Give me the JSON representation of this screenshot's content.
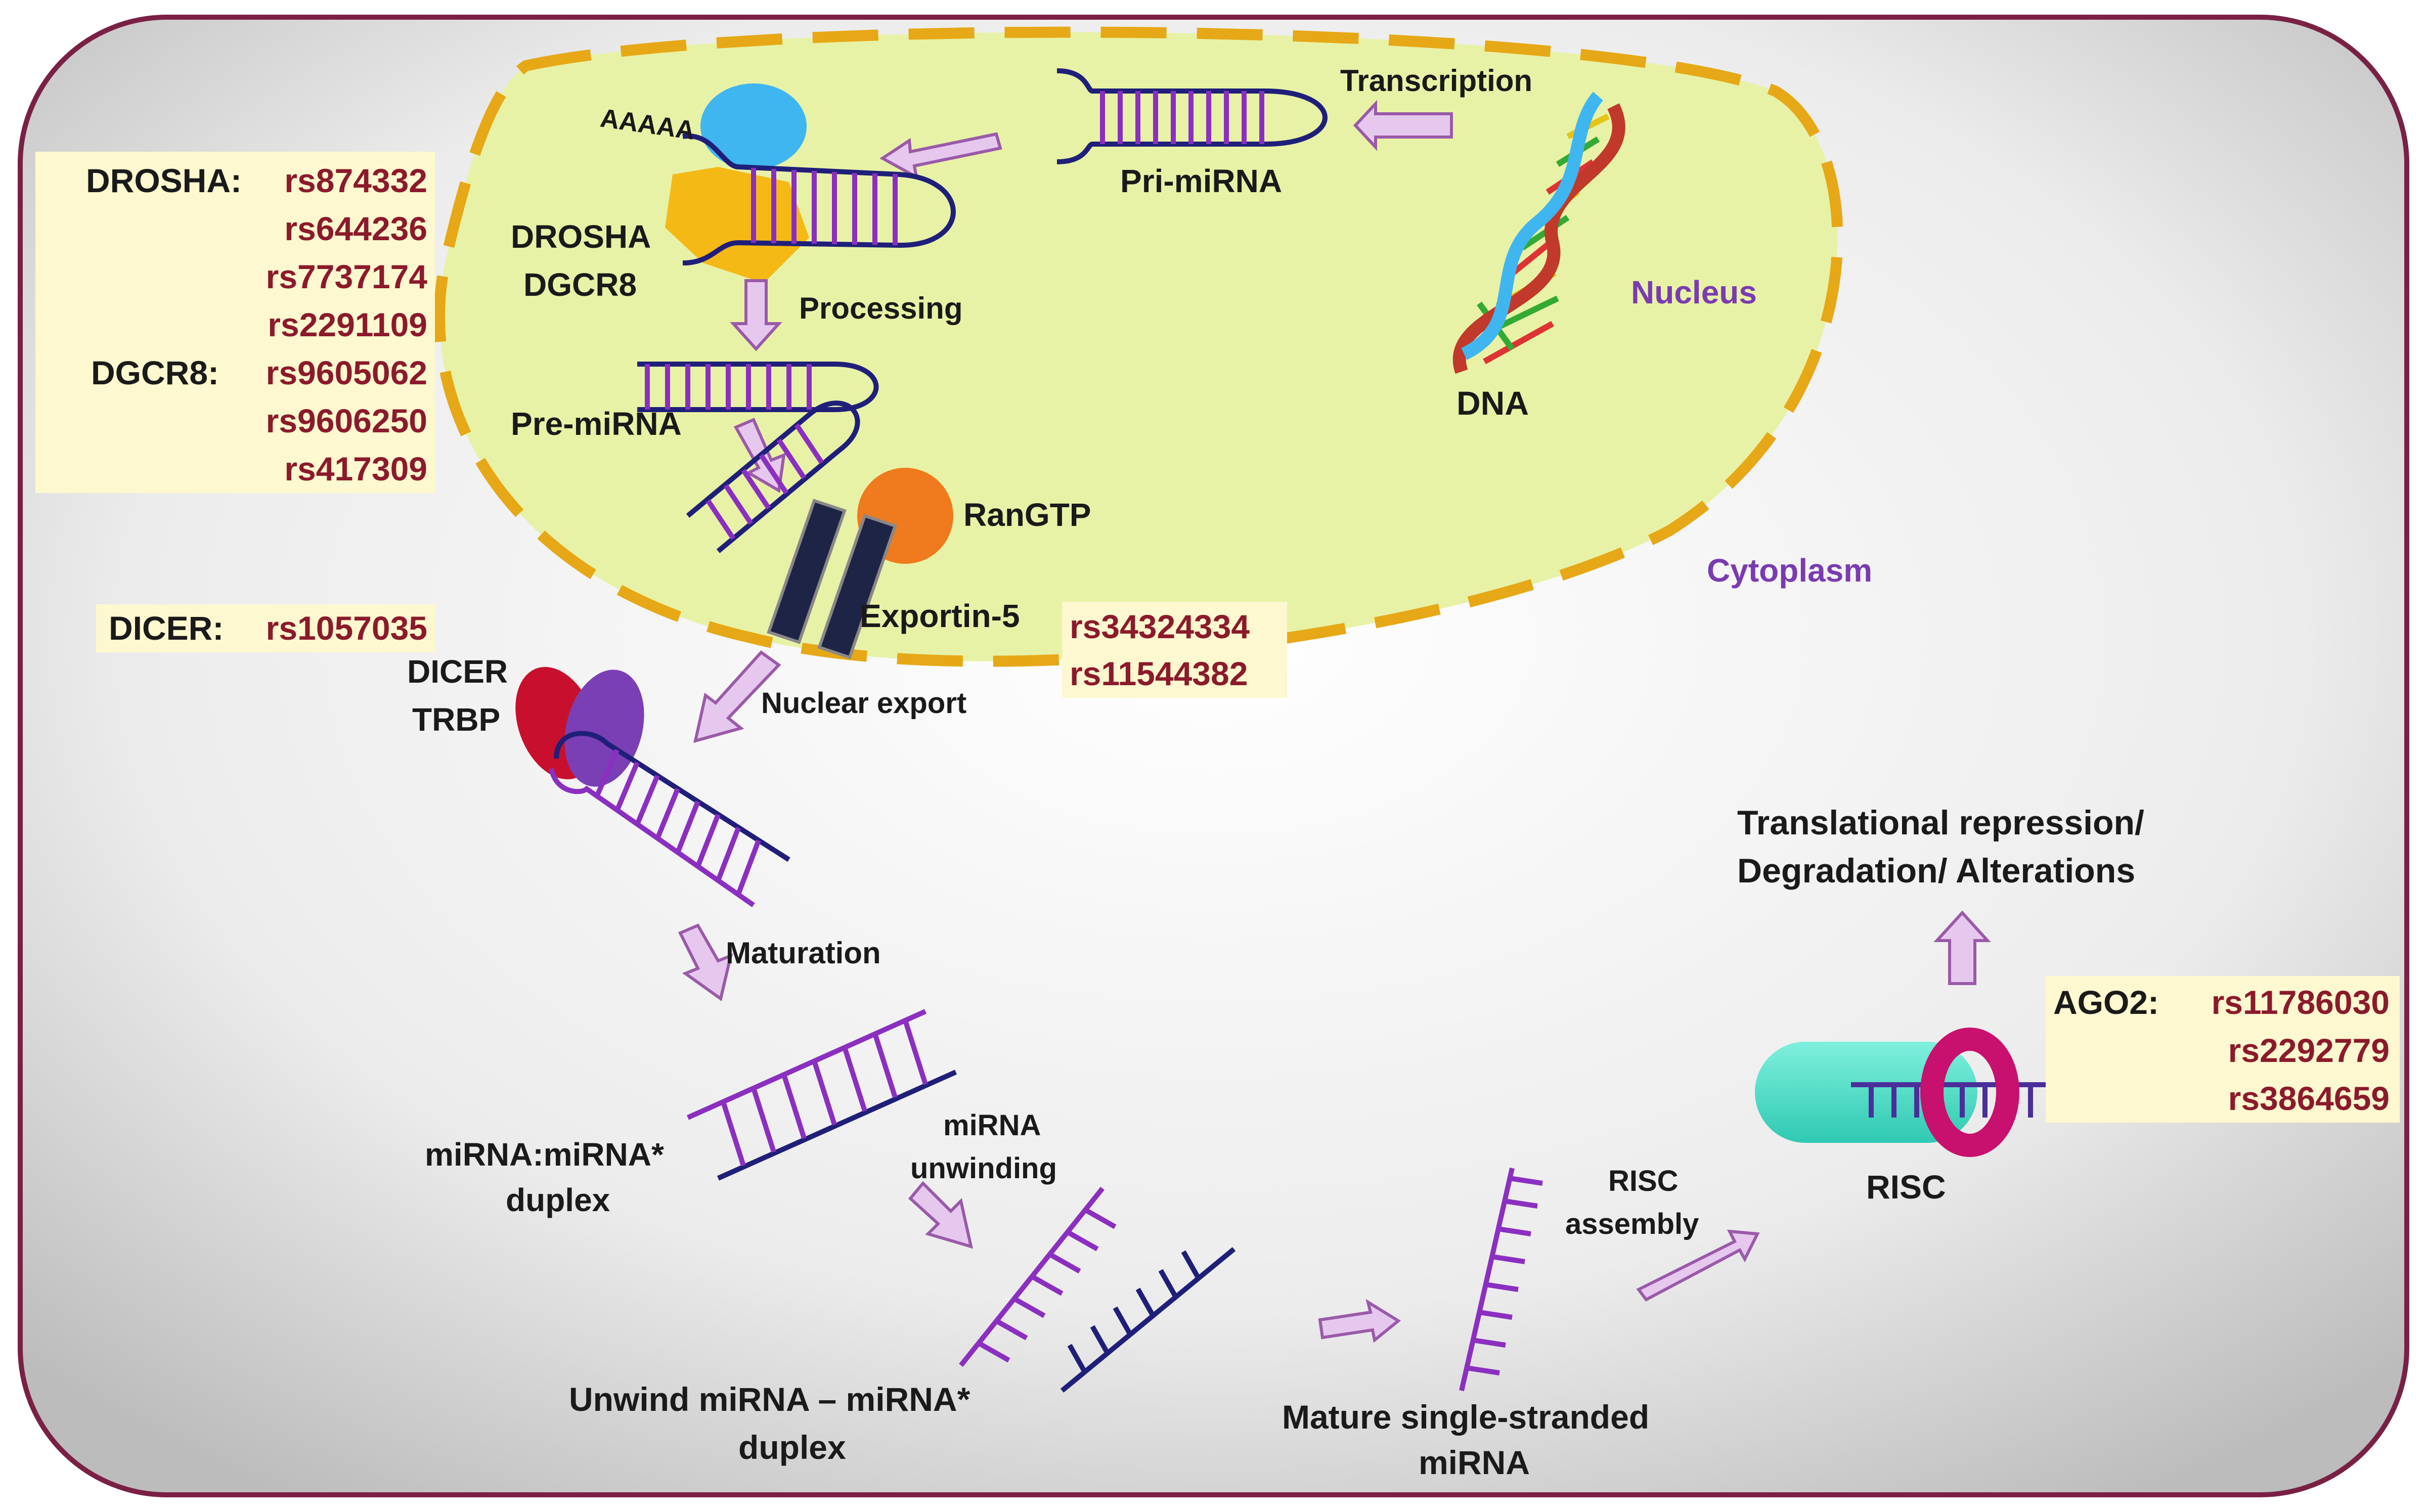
{
  "colors": {
    "frame_border": "#7a2045",
    "nucleus_fill": "#e8f2a6",
    "nucleus_border": "#e6a817",
    "snp_box": "#fdf8cf",
    "snp_text": "#8b1a2b",
    "compartment_text": "#7a3bb0",
    "rna_purple": "#8b2fc0",
    "rna_navy": "#1f1f7a",
    "arrow_fill": "#e6c8ef",
    "arrow_stroke": "#9a5aa8",
    "drosha": "#f5b915",
    "dgcr8": "#3fb6f0",
    "rangtp": "#f07a1e",
    "exportin": "#1e2445",
    "dicer": "#c8102e",
    "trbp": "#7b3fb5",
    "risc": "#4ee0c8",
    "ago2": "#c8106e"
  },
  "icons": [
    "dna-helix-icon",
    "drosha-protein-icon",
    "rangtp-icon",
    "exportin-icon",
    "dicer-protein-icon",
    "risc-complex-icon"
  ],
  "compartments": {
    "nucleus": "Nucleus",
    "cytoplasm": "Cytoplasm"
  },
  "labels": {
    "transcription": "Transcription",
    "dna": "DNA",
    "pri_mirna": "Pri-miRNA",
    "polya": "AAAAA",
    "drosha": "DROSHA",
    "dgcr8": "DGCR8",
    "processing": "Processing",
    "pre_mirna": "Pre-miRNA",
    "rangtp": "RanGTP",
    "exportin5": "Exportin-5",
    "nuclear_export": "Nuclear export",
    "dicer": "DICER",
    "trbp": "TRBP",
    "maturation": "Maturation",
    "duplex_line1": "miRNA:miRNA*",
    "duplex_line2": "duplex",
    "unwinding_line1": "miRNA",
    "unwinding_line2": "unwinding",
    "unwind_line1": "Unwind miRNA – miRNA*",
    "unwind_line2": "duplex",
    "mature_line1": "Mature single-stranded",
    "mature_line2": "miRNA",
    "risc_assembly_line1": "RISC",
    "risc_assembly_line2": "assembly",
    "risc": "RISC",
    "outcome_line1": "Translational repression/",
    "outcome_line2": "Degradation/ Alterations"
  },
  "snp_groups": {
    "drosha": {
      "gene": "DROSHA:",
      "snps": [
        "rs874332",
        "rs644236",
        "rs7737174",
        "rs2291109"
      ]
    },
    "dgcr8": {
      "gene": "DGCR8:",
      "snps": [
        "rs9605062",
        "rs9606250",
        "rs417309"
      ]
    },
    "dicer": {
      "gene": "DICER:",
      "snps": [
        "rs1057035"
      ]
    },
    "exportin": {
      "snps": [
        "rs34324334",
        "rs11544382"
      ]
    },
    "ago2": {
      "gene": "AGO2:",
      "snps": [
        "rs11786030",
        "rs2292779",
        "rs3864659"
      ]
    }
  }
}
